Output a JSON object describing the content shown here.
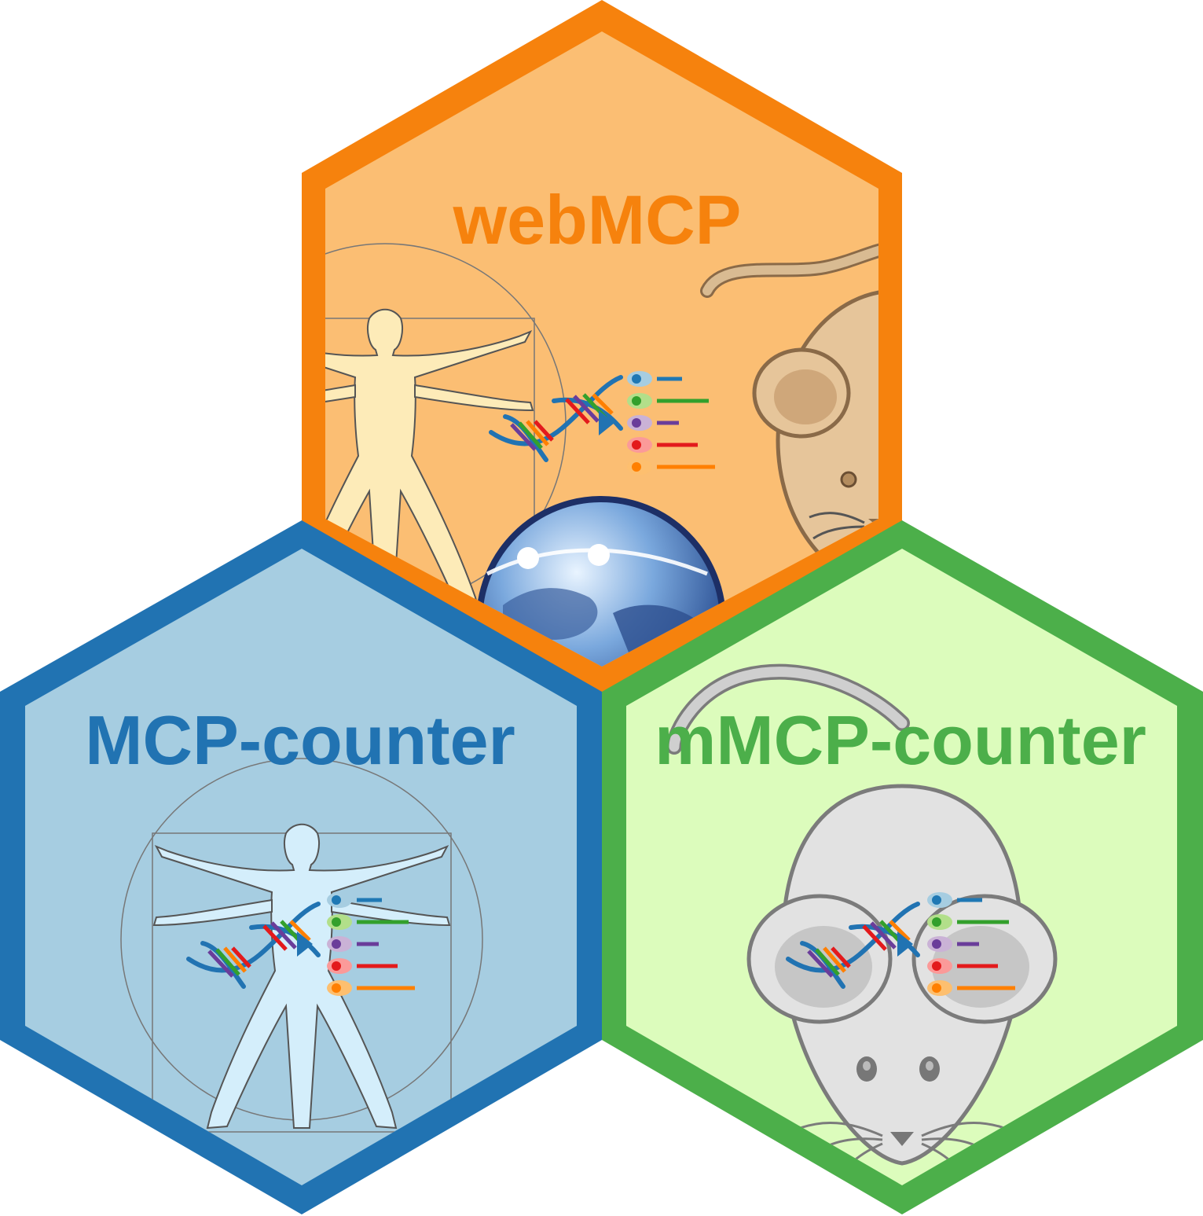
{
  "hexagons": {
    "webmcp": {
      "title": "webMCP",
      "border_color": "#F6820D",
      "fill_color": "#FBBE73",
      "title_color": "#F6820D",
      "contents": [
        "vitruvian-man-icon",
        "dna-icon",
        "cell-signature-list-icon",
        "mouse-icon",
        "globe-icon"
      ]
    },
    "mcp_counter": {
      "title": "MCP-counter",
      "border_color": "#2173B2",
      "fill_color": "#A6CDE1",
      "title_color": "#2173B2",
      "contents": [
        "vitruvian-man-icon",
        "dna-icon",
        "cell-signature-list-icon"
      ]
    },
    "mmcp_counter": {
      "title": "mMCP-counter",
      "border_color": "#4CAF4A",
      "fill_color": "#DCFCBC",
      "title_color": "#4CAF4A",
      "contents": [
        "mouse-icon",
        "dna-icon",
        "cell-signature-list-icon"
      ]
    }
  },
  "signature_colors": [
    "#1F78B4",
    "#33A02C",
    "#6A3D9A",
    "#E31A1C",
    "#FF7F00"
  ]
}
